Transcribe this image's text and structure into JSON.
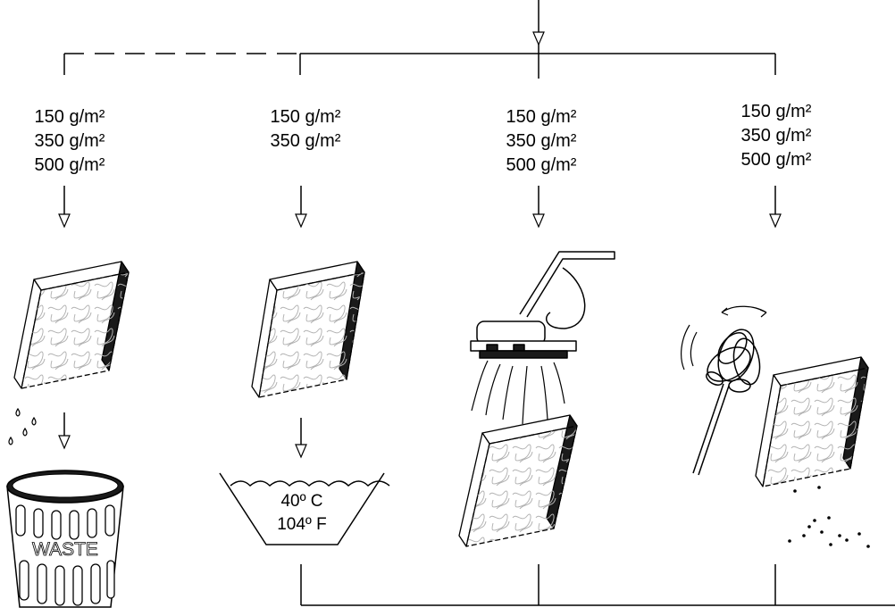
{
  "columns": [
    {
      "weights": [
        "150 g/m²",
        "350 g/m²",
        "500 g/m²"
      ]
    },
    {
      "weights": [
        "150 g/m²",
        "350 g/m²"
      ]
    },
    {
      "weights": [
        "150 g/m²",
        "350 g/m²",
        "500 g/m²"
      ]
    },
    {
      "weights": [
        "150 g/m²",
        "350 g/m²",
        "500 g/m²"
      ]
    }
  ],
  "waste_label": "WASTE",
  "temperature": {
    "celsius": "40º C",
    "fahrenheit": "104º F"
  }
}
